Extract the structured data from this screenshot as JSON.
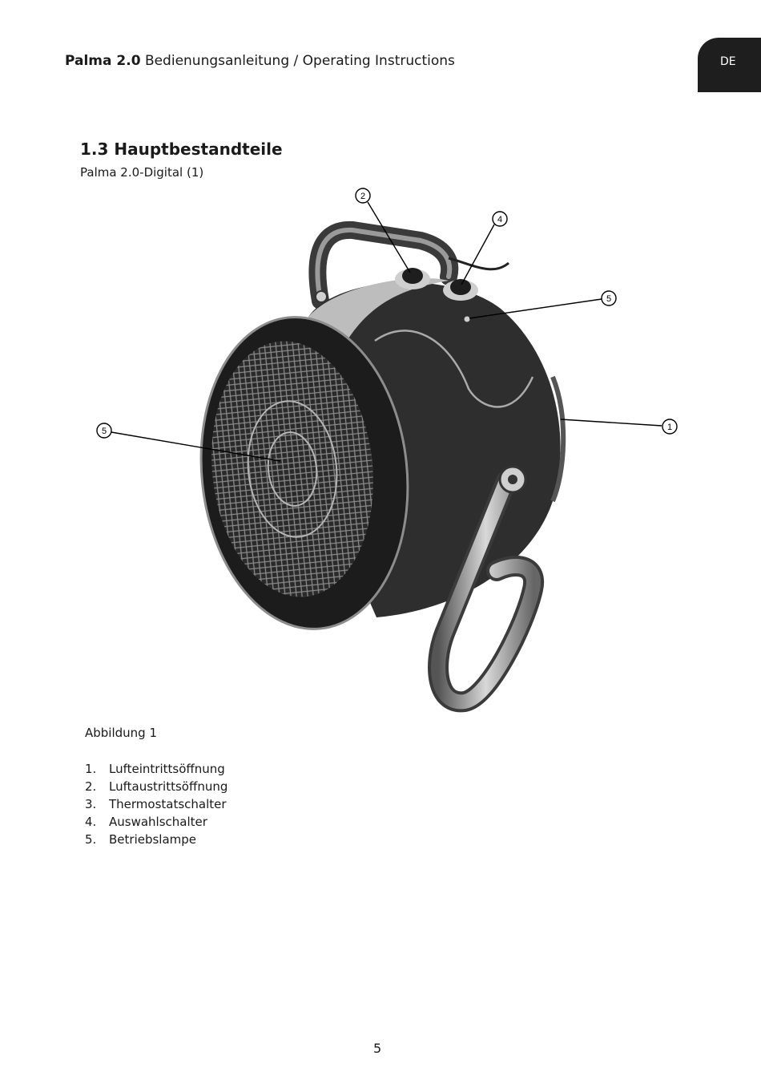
{
  "header": {
    "product": "Palma 2.0",
    "title_de": "Bedienungsanleitung",
    "title_en": "/ Operating Instructions",
    "lang_tab": "DE"
  },
  "section": {
    "title": "1.3 Hauptbestandteile",
    "subtitle": "Palma 2.0-Digital (1)"
  },
  "figure": {
    "callouts": [
      "1",
      "2",
      "4",
      "5",
      "5"
    ],
    "caption": "Abbildung 1"
  },
  "parts": [
    {
      "num": "1.",
      "label": "Lufteintrittsöffnung"
    },
    {
      "num": "2.",
      "label": "Luftaustrittsöffnung"
    },
    {
      "num": "3.",
      "label": "Thermostatschalter"
    },
    {
      "num": "4.",
      "label": "Auswahlschalter"
    },
    {
      "num": "5.",
      "label": "Betriebslampe"
    }
  ],
  "page_number": "5"
}
